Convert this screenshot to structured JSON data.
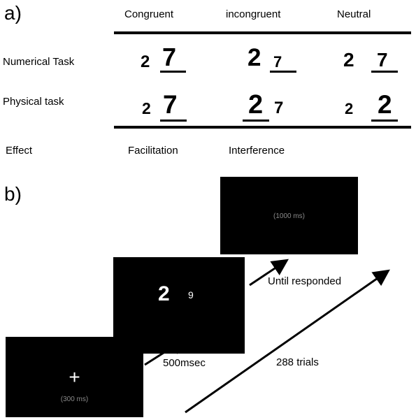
{
  "panel_a": {
    "label": "a)",
    "columns": [
      "Congruent",
      "incongruent",
      "Neutral"
    ],
    "rows": [
      {
        "label": "Numerical Task",
        "cells": [
          {
            "left": "2",
            "right": "7"
          },
          {
            "left": "2",
            "right": "7"
          },
          {
            "left": "2",
            "right": "7"
          }
        ]
      },
      {
        "label": "Physical task",
        "cells": [
          {
            "left": "2",
            "right": "7"
          },
          {
            "left": "2",
            "right": "7"
          },
          {
            "left": "2",
            "right": "2"
          }
        ]
      }
    ],
    "effect_label": "Effect",
    "effects": [
      "Facilitation",
      "Interference"
    ]
  },
  "panel_b": {
    "label": "b)",
    "fixation": {
      "symbol": "+",
      "duration": "(300 ms)"
    },
    "stimulus": {
      "left": "2",
      "right": "9"
    },
    "blank": {
      "duration": "(1000 ms)"
    },
    "arrow_labels": {
      "first": "500msec",
      "second": "Until responded",
      "trials": "288 trials"
    }
  }
}
